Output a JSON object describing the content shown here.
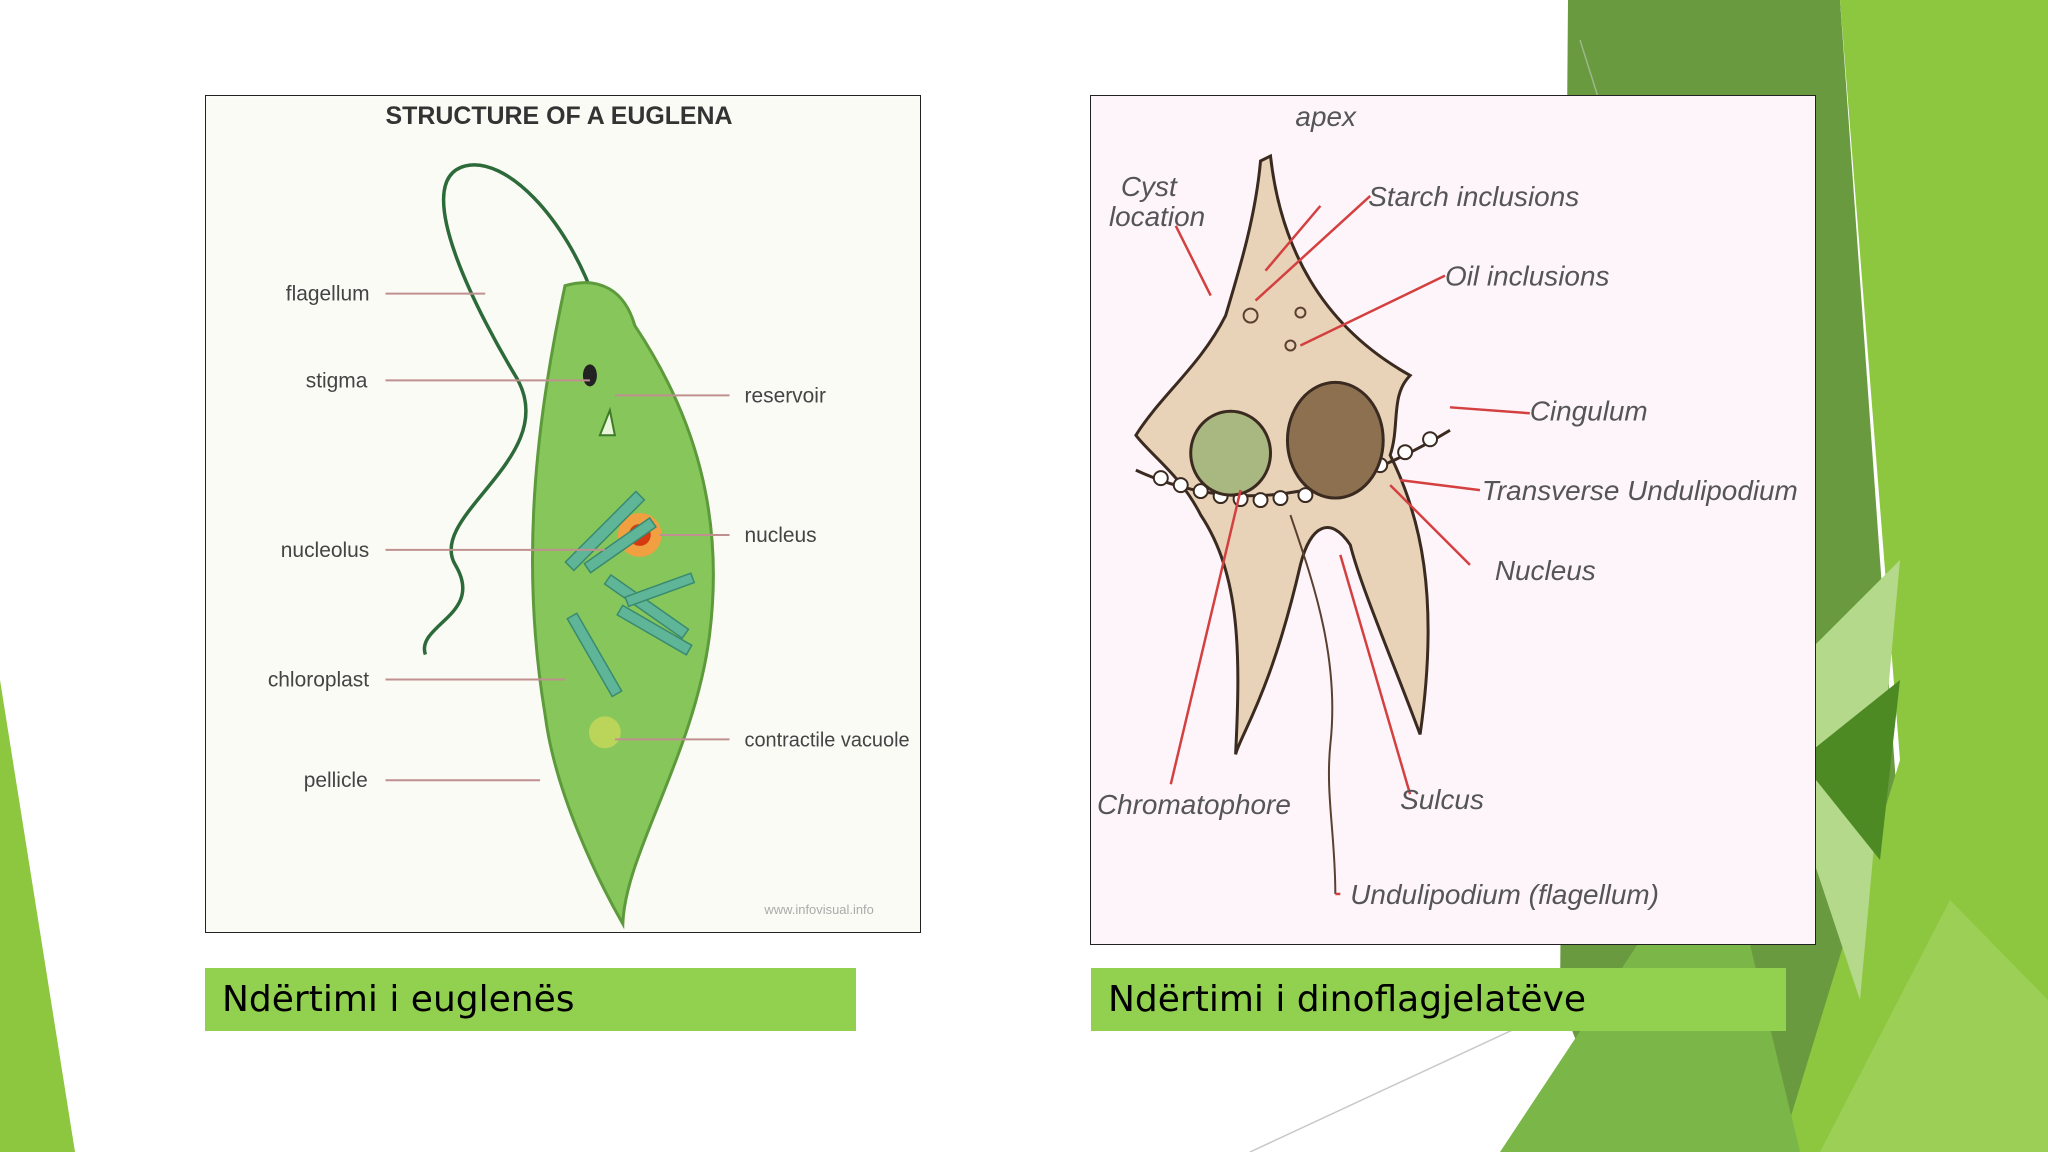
{
  "slide": {
    "background_accent_colors": [
      "#8dc63f",
      "#5a9a2a",
      "#7ab648",
      "#b4d98a",
      "#4d8a24"
    ]
  },
  "euglena_figure": {
    "title": "STRUCTURE OF A EUGLENA",
    "labels": {
      "flagellum": "flagellum",
      "stigma": "stigma",
      "reservoir": "reservoir",
      "nucleolus": "nucleolus",
      "nucleus": "nucleus",
      "chloroplast": "chloroplast",
      "contractile_vacuole": "contractile vacuole",
      "pellicle": "pellicle"
    },
    "watermark": "www.infovisual.info",
    "caption": "Ndërtimi i euglenës"
  },
  "dinoflagellate_figure": {
    "labels": {
      "apex": "apex",
      "cyst_location_1": "Cyst",
      "cyst_location_2": "location",
      "starch_inclusions": "Starch  inclusions",
      "oil_inclusions": "Oil inclusions",
      "cingulum": "Cingulum",
      "transverse_undulipodium": "Transverse Undulipodium",
      "nucleus": "Nucleus",
      "chromatophore": "Chromatophore",
      "sulcus": "Sulcus",
      "undulipodium_flagellum": "Undulipodium (flagellum)"
    },
    "caption": "Ndërtimi i dinoflagjelatëve"
  }
}
